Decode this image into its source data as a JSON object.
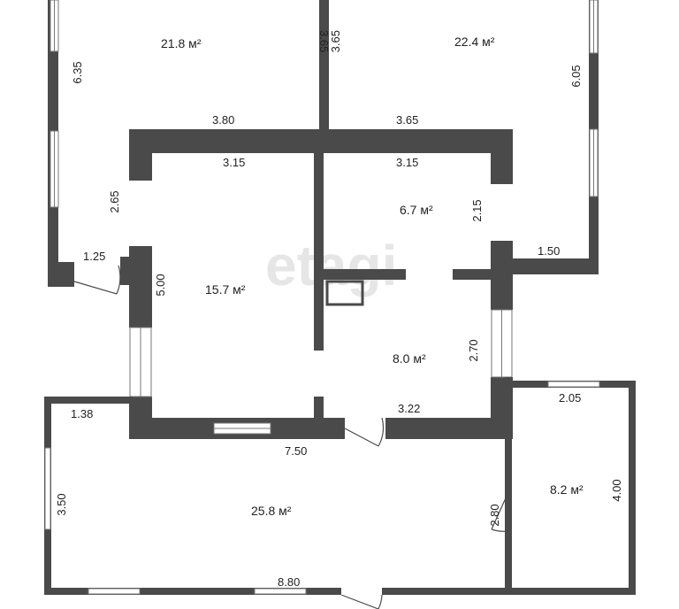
{
  "watermark": "etagi",
  "rooms": [
    {
      "id": "room-top-left",
      "area": "21.8 м²"
    },
    {
      "id": "room-top-right",
      "area": "22.4 м²"
    },
    {
      "id": "room-center-left",
      "area": "15.7 м²"
    },
    {
      "id": "room-center-small",
      "area": "6.7 м²"
    },
    {
      "id": "room-center-right",
      "area": "8.0 м²"
    },
    {
      "id": "room-bottom-large",
      "area": "25.8 м²"
    },
    {
      "id": "room-bottom-right",
      "area": "8.2 м²"
    }
  ],
  "dimensions": {
    "top_left_vertical": "3.65",
    "top_right_vertical": "3.65",
    "left_outer": "6.35",
    "right_outer": "6.05",
    "top_left_horizontal": "3.80",
    "top_right_horizontal": "3.65",
    "center_left_top": "3.15",
    "center_right_top": "3.15",
    "left_opening": "2.65",
    "right_opening": "2.15",
    "left_step": "1.25",
    "right_step": "1.50",
    "center_left_height": "5.00",
    "center_right_height": "2.70",
    "bottom_left_step": "1.38",
    "center_bottom": "3.22",
    "bottom_wall": "7.50",
    "bottom_right_top": "2.05",
    "bottom_left_height": "3.50",
    "bottom_partition": "2.80",
    "bottom_right_height": "4.00",
    "bottom_total": "8.80"
  }
}
